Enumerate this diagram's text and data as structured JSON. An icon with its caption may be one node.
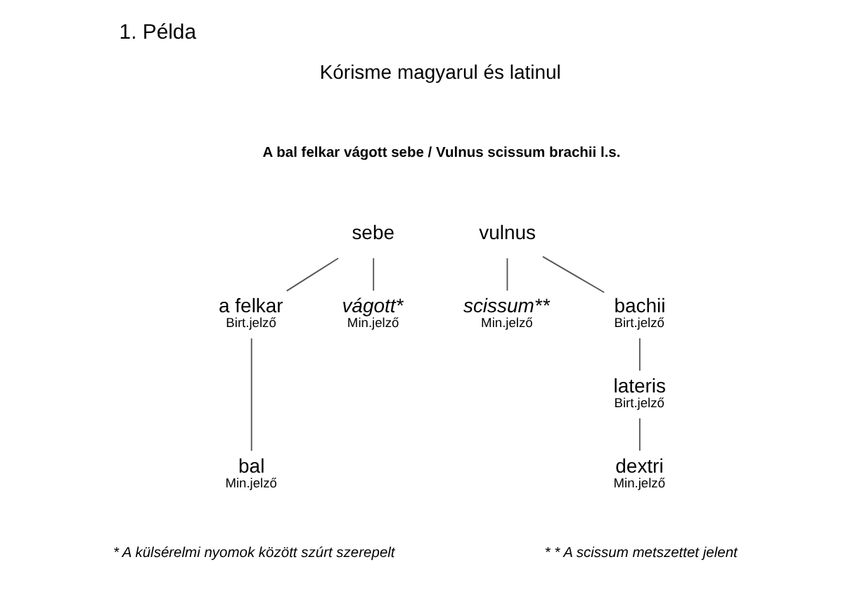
{
  "diagram": {
    "title": "1. Példa",
    "nodes": [
      {
        "text": [
          "sebe"
        ]
      },
      {
        "text": [
          "vulnus"
        ]
      },
      {
        "text": [
          "a felkar",
          "Birt.jelző"
        ]
      },
      {
        "text": [
          "vágott*",
          "Min.jelző"
        ]
      },
      {
        "text": [
          "bal",
          "Min.jelző"
        ]
      },
      {
        "text": [
          "scissum**",
          "Min.jelző"
        ]
      },
      {
        "text": [
          "bachii",
          "Birt.jelző"
        ]
      },
      {
        "text": [
          "lateris",
          "Birt.jelző"
        ]
      },
      {
        "text": [
          "dextri",
          "Min.jelző"
        ]
      }
    ],
    "edges": [
      {
        "from": 0,
        "to": 2,
        "arrow": "none"
      },
      {
        "from": 0,
        "to": 3,
        "arrow": "none"
      },
      {
        "from": 2,
        "to": 4,
        "arrow": "none"
      },
      {
        "from": 1,
        "to": 5,
        "arrow": "none"
      },
      {
        "from": 1,
        "to": 6,
        "arrow": "none"
      },
      {
        "from": 6,
        "to": 7,
        "arrow": "none"
      },
      {
        "from": 7,
        "to": 8,
        "arrow": "none"
      }
    ],
    "labels": [
      "Kórisme magyarul és latinul",
      "A bal felkar vágott sebe / Vulnus scissum brachii l.s.",
      "* A külsérelmi nyomok között szúrt szerepelt",
      "* * A scissum metszettet jelent"
    ]
  }
}
